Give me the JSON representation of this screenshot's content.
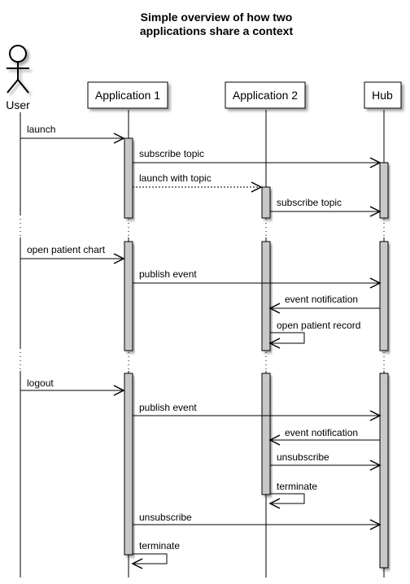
{
  "title": {
    "line1": "Simple overview of how two",
    "line2": "applications share a context"
  },
  "participants": {
    "user": "User",
    "app1": "Application 1",
    "app2": "Application 2",
    "hub": "Hub"
  },
  "messages": [
    {
      "id": "m1",
      "from": "user",
      "to": "app1",
      "label": "launch",
      "style": "solid"
    },
    {
      "id": "m2",
      "from": "app1",
      "to": "hub",
      "label": "subscribe topic",
      "style": "solid"
    },
    {
      "id": "m3",
      "from": "app1",
      "to": "app2",
      "label": "launch with topic",
      "style": "dashed"
    },
    {
      "id": "m4",
      "from": "app2",
      "to": "hub",
      "label": "subscribe topic",
      "style": "solid"
    },
    {
      "id": "m5",
      "from": "user",
      "to": "app1",
      "label": "open patient chart",
      "style": "solid"
    },
    {
      "id": "m6",
      "from": "app1",
      "to": "hub",
      "label": "publish event",
      "style": "solid"
    },
    {
      "id": "m7",
      "from": "hub",
      "to": "app2",
      "label": "event notification",
      "style": "solid"
    },
    {
      "id": "m8",
      "from": "app2",
      "to": "app2",
      "label": "open patient record",
      "style": "self"
    },
    {
      "id": "m9",
      "from": "user",
      "to": "app1",
      "label": "logout",
      "style": "solid"
    },
    {
      "id": "m10",
      "from": "app1",
      "to": "hub",
      "label": "publish event",
      "style": "solid"
    },
    {
      "id": "m11",
      "from": "hub",
      "to": "app2",
      "label": "event notification",
      "style": "solid"
    },
    {
      "id": "m12",
      "from": "app2",
      "to": "hub",
      "label": "unsubscribe",
      "style": "solid"
    },
    {
      "id": "m13",
      "from": "app2",
      "to": "app2",
      "label": "terminate",
      "style": "self"
    },
    {
      "id": "m14",
      "from": "app1",
      "to": "hub",
      "label": "unsubscribe",
      "style": "solid"
    },
    {
      "id": "m15",
      "from": "app1",
      "to": "app1",
      "label": "terminate",
      "style": "self"
    }
  ],
  "colors": {
    "activation_fill": "#c8c8c8",
    "line": "#000000",
    "box_fill": "#ffffff"
  }
}
